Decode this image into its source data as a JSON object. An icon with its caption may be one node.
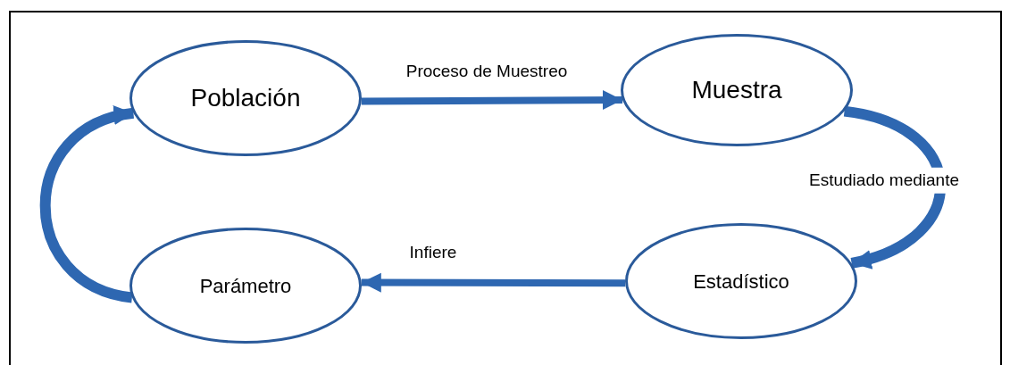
{
  "diagram": {
    "nodes": [
      {
        "text": [
          "Población"
        ]
      },
      {
        "text": [
          "Muestra"
        ]
      },
      {
        "text": [
          "Estadístico"
        ]
      },
      {
        "text": [
          "Parámetro"
        ]
      }
    ],
    "edges": [
      {
        "from": 0,
        "to": 1,
        "arrow": "to",
        "label": "Proceso de Muestreo"
      },
      {
        "from": 1,
        "to": 2,
        "arrow": "to",
        "label": "Estudiado mediante"
      },
      {
        "from": 2,
        "to": 3,
        "arrow": "to",
        "label": "Infiere"
      },
      {
        "from": 3,
        "to": 0,
        "arrow": "to"
      }
    ]
  }
}
